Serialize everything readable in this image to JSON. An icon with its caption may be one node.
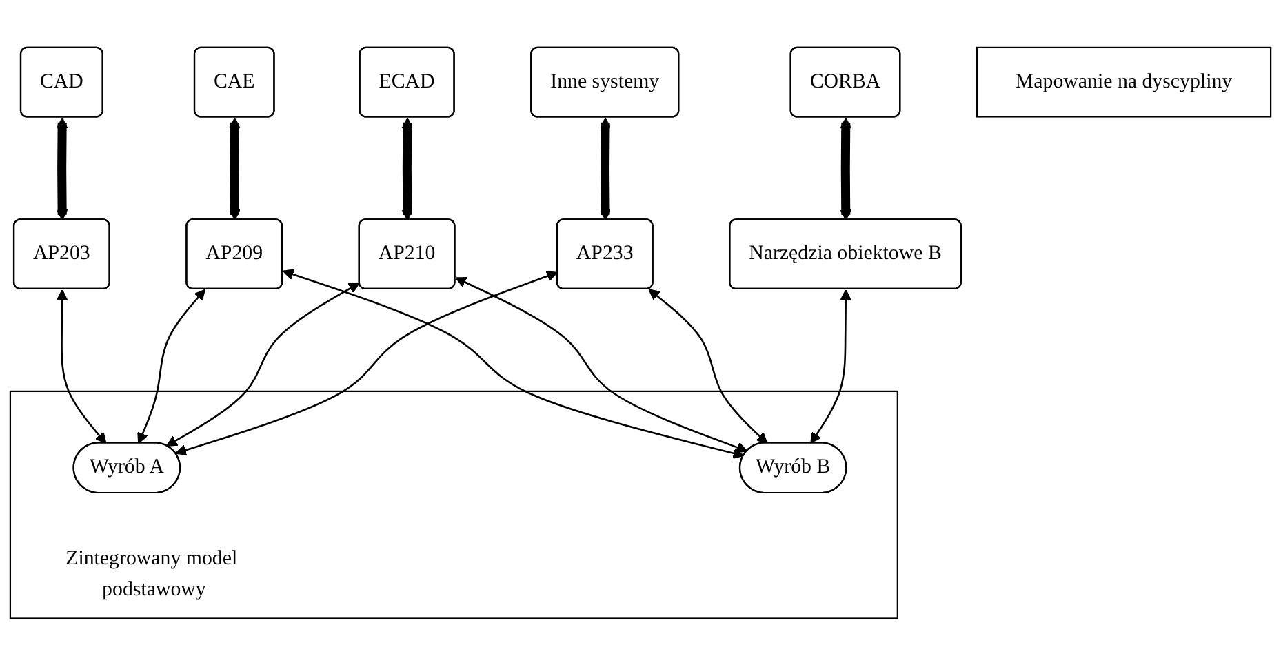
{
  "diagram": {
    "nodes": [
      {
        "text": [
          "CAD"
        ]
      },
      {
        "text": [
          "CAE"
        ]
      },
      {
        "text": [
          "ECAD"
        ]
      },
      {
        "text": [
          "Inne systemy"
        ]
      },
      {
        "text": [
          "CORBA"
        ]
      },
      {
        "text": [
          "AP203"
        ]
      },
      {
        "text": [
          "AP209"
        ]
      },
      {
        "text": [
          "AP210"
        ]
      },
      {
        "text": [
          "AP233"
        ]
      },
      {
        "text": [
          "Narzędzia obiektowe B"
        ]
      },
      {
        "text": [
          "Mapowanie na dyscypliny"
        ]
      },
      {
        "text": [
          "Zintegrowany model podstawowy"
        ]
      },
      {
        "text": [
          "Wyrób A"
        ],
        "in": 11
      },
      {
        "text": [
          "Wyrób B"
        ],
        "in": 11
      }
    ],
    "edges": [
      {
        "from": 0,
        "to": 5,
        "arrow": "both",
        "style": "thick"
      },
      {
        "from": 1,
        "to": 6,
        "arrow": "both",
        "style": "thick"
      },
      {
        "from": 2,
        "to": 7,
        "arrow": "both",
        "style": "thick"
      },
      {
        "from": 3,
        "to": 8,
        "arrow": "both",
        "style": "thick"
      },
      {
        "from": 4,
        "to": 9,
        "arrow": "both",
        "style": "thick"
      },
      {
        "from": 5,
        "to": 12,
        "arrow": "both"
      },
      {
        "from": 6,
        "to": 12,
        "arrow": "both"
      },
      {
        "from": 6,
        "to": 13,
        "arrow": "both"
      },
      {
        "from": 7,
        "to": 12,
        "arrow": "both"
      },
      {
        "from": 7,
        "to": 13,
        "arrow": "both"
      },
      {
        "from": 8,
        "to": 12,
        "arrow": "both"
      },
      {
        "from": 8,
        "to": 13,
        "arrow": "both"
      },
      {
        "from": 9,
        "to": 13,
        "arrow": "both"
      }
    ]
  }
}
